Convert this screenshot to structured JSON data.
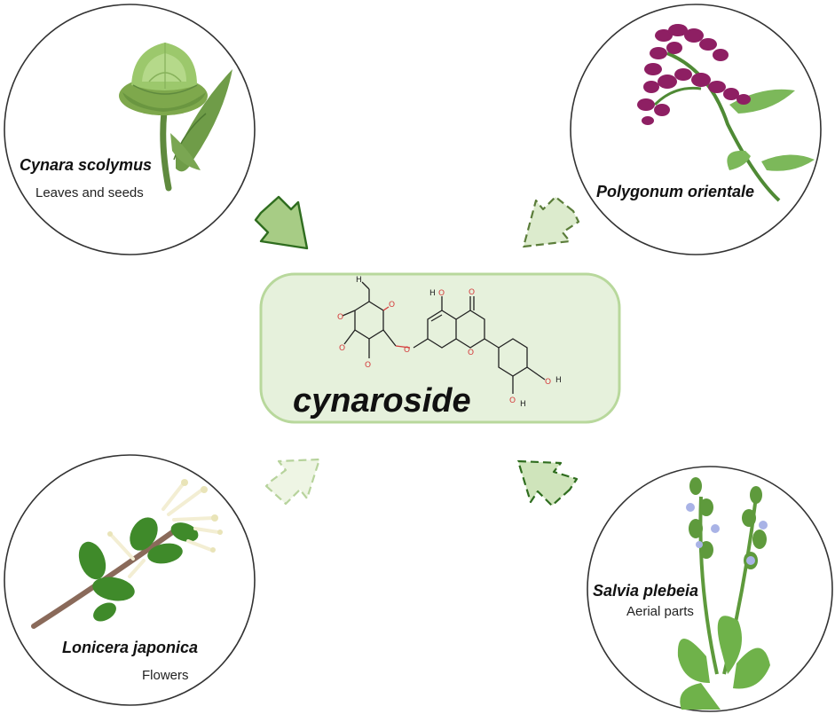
{
  "compound": {
    "name": "cynaroside",
    "atoms": {
      "oxygen": "O",
      "hydrogen": "H"
    }
  },
  "plants": [
    {
      "name": "Cynara scolymus",
      "part": "Leaves and seeds"
    },
    {
      "name": "Polygonum orientale",
      "part": ""
    },
    {
      "name": "Lonicera japonica",
      "part": "Flowers"
    },
    {
      "name": "Salvia plebeia",
      "part": "Aerial parts"
    }
  ],
  "icons": [
    "artichoke-illustration",
    "polygonum-illustration",
    "honeysuckle-illustration",
    "salvia-illustration"
  ],
  "colors": {
    "dark_green": "#2f6d1f",
    "light_green": "#bfd9a5",
    "box_fill": "#e6f1dc",
    "box_stroke": "#b8d89c",
    "circle_stroke": "#333333"
  }
}
